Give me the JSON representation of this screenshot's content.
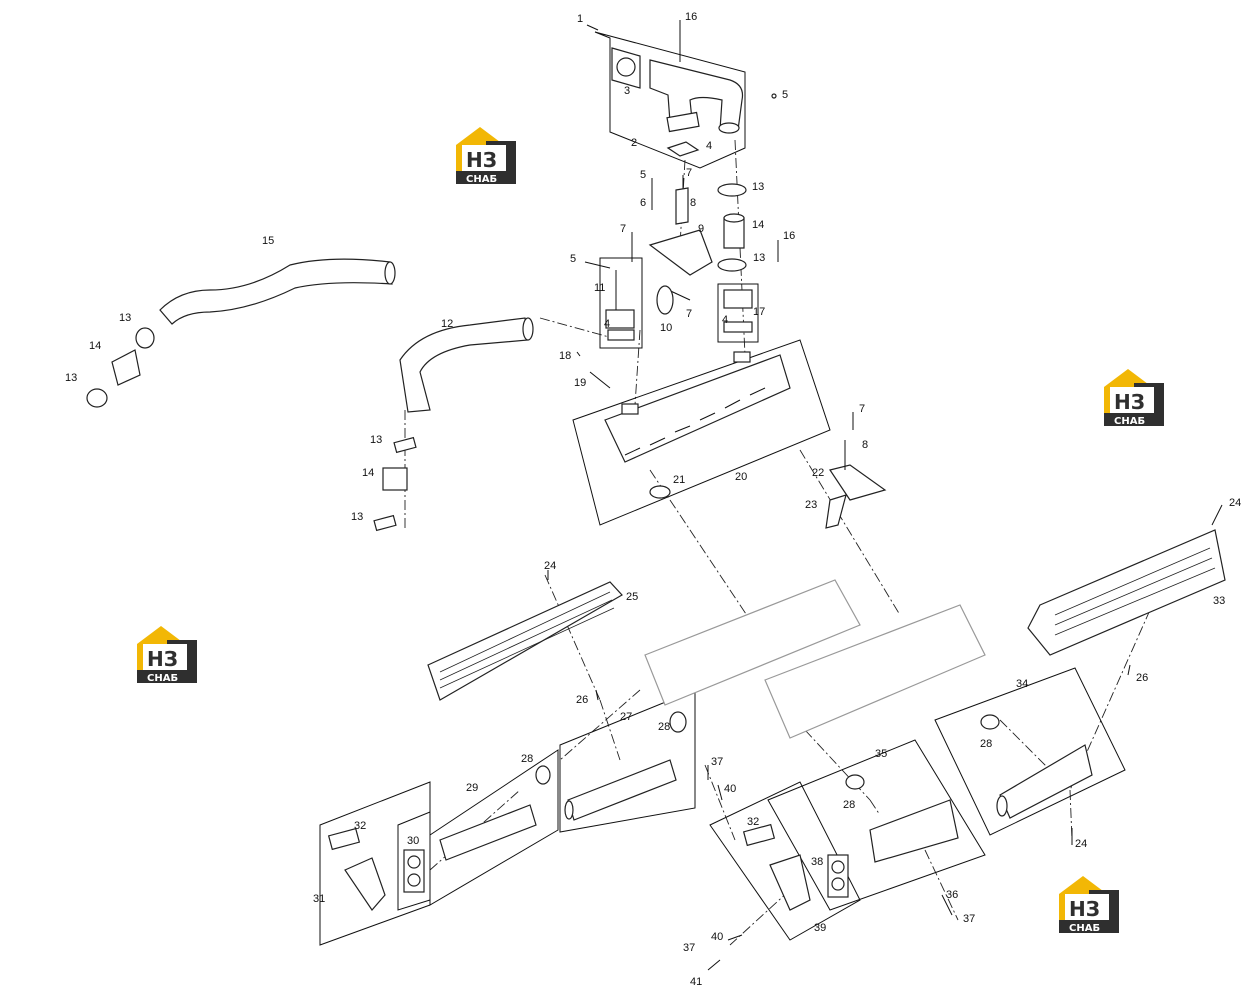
{
  "logo": {
    "mark": "НЗ",
    "word": "СНАБ",
    "color_yellow": "#f2b705",
    "color_dark": "#2f2f2f"
  },
  "labels": {
    "n1": "1",
    "n2": "2",
    "n3": "3",
    "n4a": "4",
    "n5a": "5",
    "n16a": "16",
    "n5b": "5",
    "n6": "6",
    "n7a": "7",
    "n8a": "8",
    "n7b": "7",
    "n9": "9",
    "n13a": "13",
    "n14a": "14",
    "n13b": "13",
    "n16b": "16",
    "n5c": "5",
    "n11": "11",
    "n4b": "4",
    "n7c": "7",
    "n10": "10",
    "n17": "17",
    "n4c": "4",
    "n15": "15",
    "n13c": "13",
    "n14b": "14",
    "n13d": "13",
    "n12": "12",
    "n18": "18",
    "n19": "19",
    "n13e": "13",
    "n14c": "14",
    "n13f": "13",
    "n20": "20",
    "n21": "21",
    "n7d": "7",
    "n8b": "8",
    "n22": "22",
    "n23": "23",
    "n24a": "24",
    "n33": "33",
    "n24b": "24",
    "n25": "25",
    "n26a": "26",
    "n26b": "26",
    "n27": "27",
    "n28a": "28",
    "n29": "29",
    "n28b": "28",
    "n32a": "32",
    "n30": "30",
    "n31": "31",
    "n34": "34",
    "n28c": "28",
    "n24c": "24",
    "n35": "35",
    "n28d": "28",
    "n37a": "37",
    "n40a": "40",
    "n32b": "32",
    "n38": "38",
    "n36": "36",
    "n37b": "37",
    "n39": "39",
    "n40b": "40",
    "n37c": "37",
    "n41": "41"
  }
}
